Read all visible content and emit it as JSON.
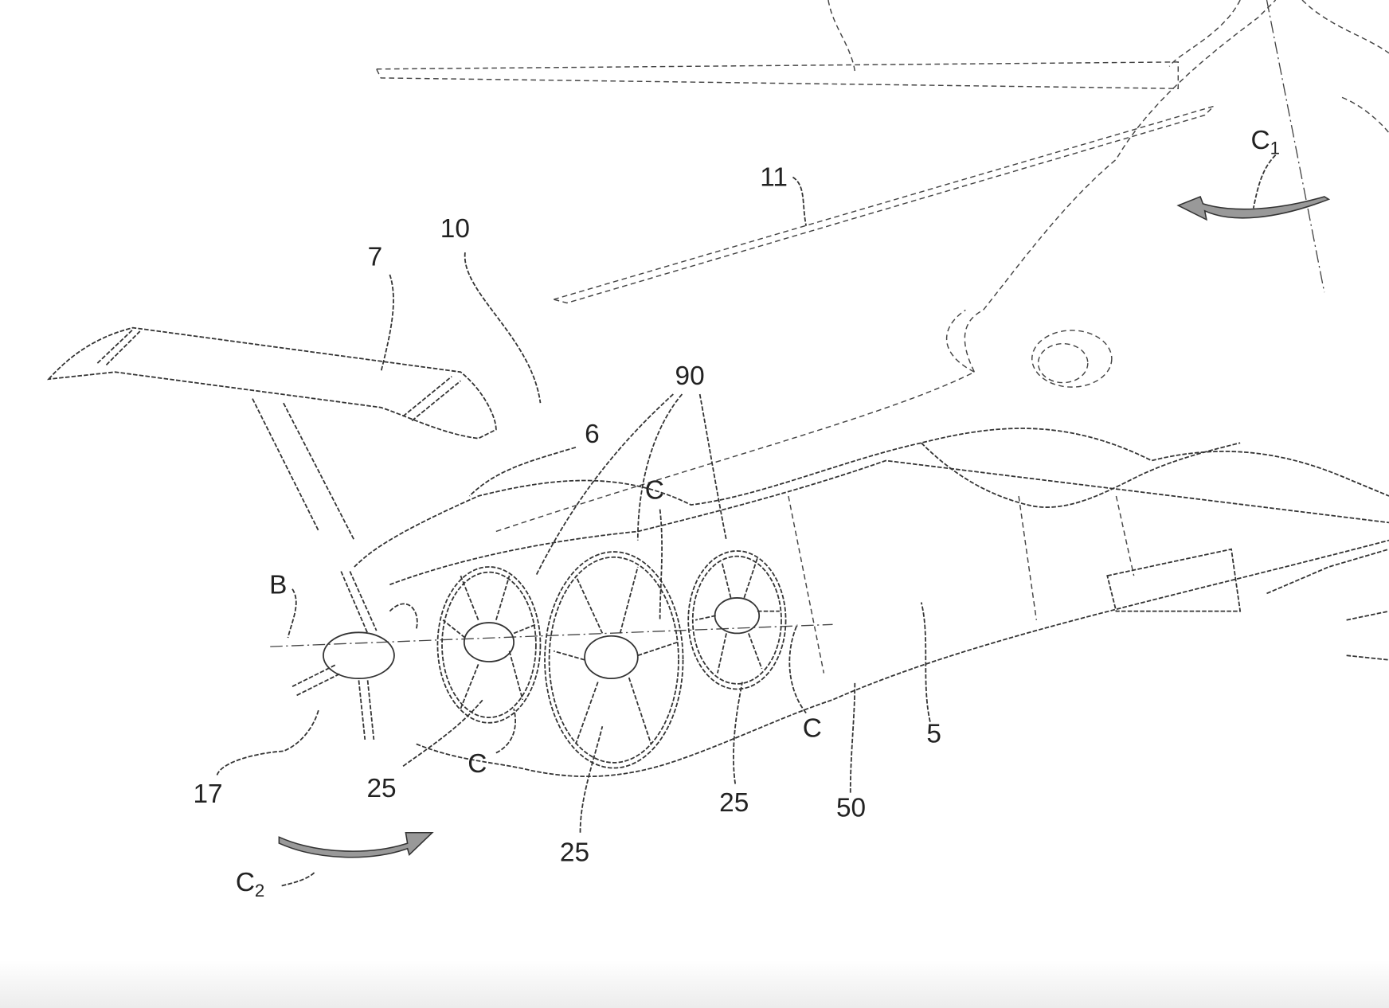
{
  "figure": {
    "labels": {
      "tail_fin": "7",
      "aircraft": "10",
      "rotor_blade": "11",
      "rotation_c1": "C",
      "rotation_c1_sub": "1",
      "ducts": "90",
      "tail_boom_fairing": "6",
      "c_top": "C",
      "axis_b": "B",
      "c_left": "C",
      "c_right": "C",
      "fuselage": "5",
      "tail_assembly": "50",
      "fan_left": "25",
      "fan_middle": "25",
      "fan_right": "25",
      "propeller": "17",
      "rotation_c2": "C",
      "rotation_c2_sub": "2"
    }
  }
}
